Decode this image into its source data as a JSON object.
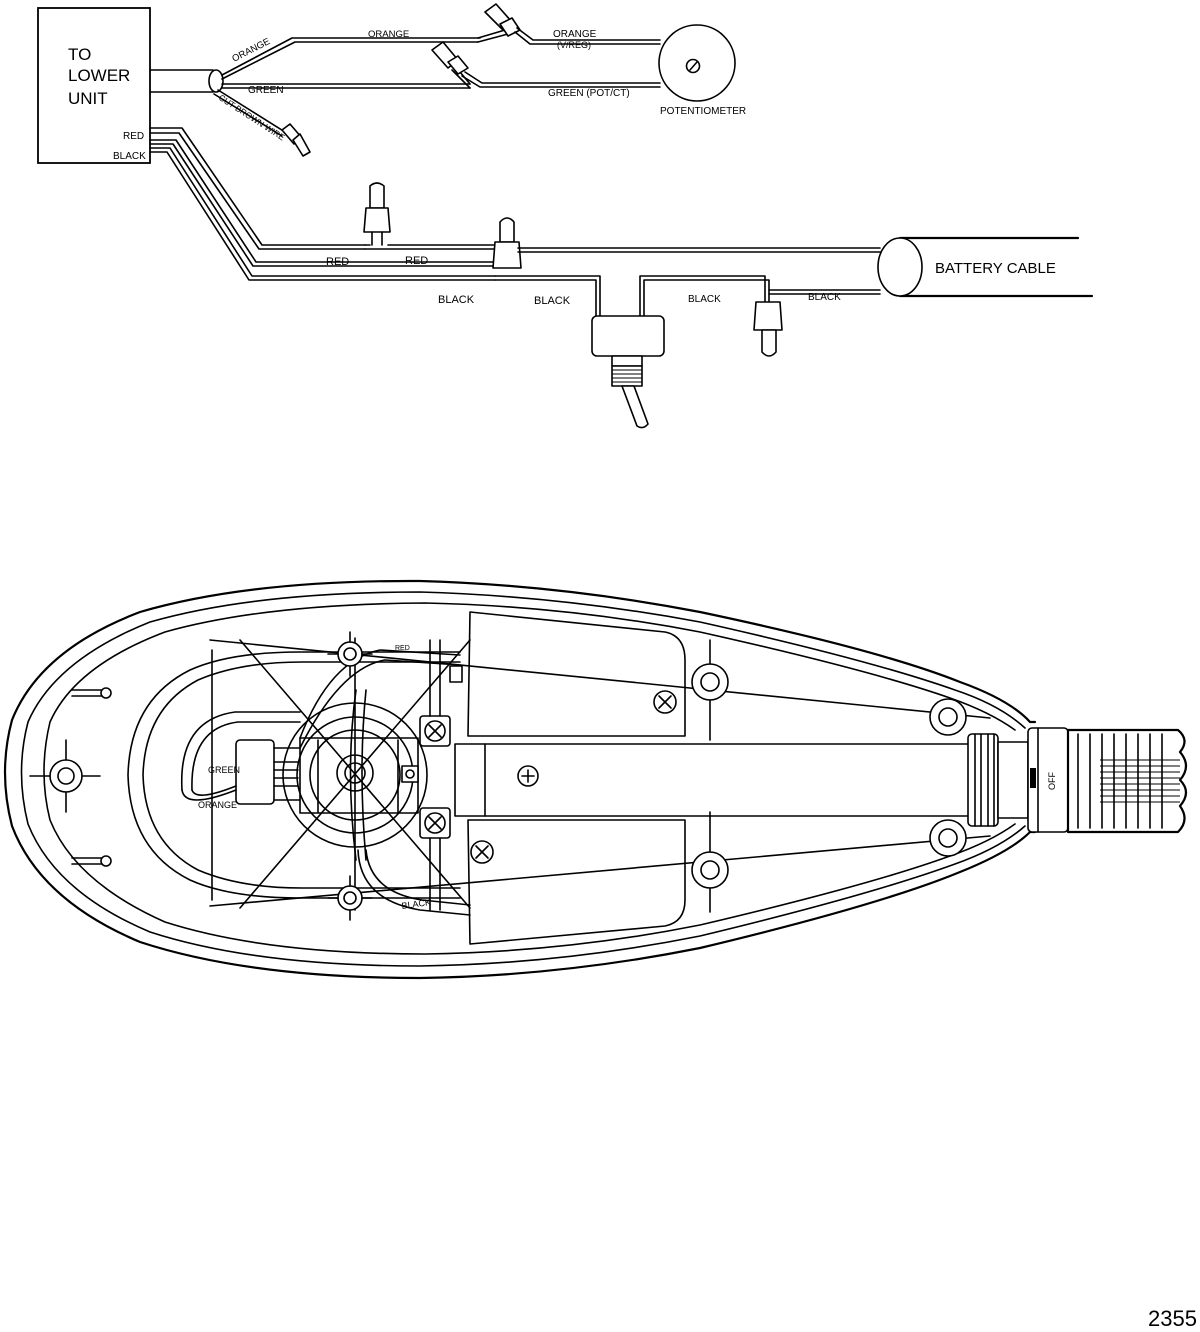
{
  "wiring": {
    "lower_unit_line1": "TO",
    "lower_unit_line2": "LOWER",
    "lower_unit_line3": "UNIT",
    "orange_lead": "ORANGE",
    "green_lead": "GREEN",
    "cut_brown_wire": "CUT BROWN WIRE",
    "orange_top": "ORANGE",
    "orange_vreg_1": "ORANGE",
    "orange_vreg_2": "(V/REG)",
    "green_pot": "GREEN (POT/CT)",
    "potentiometer": "POTENTIOMETER",
    "red_box": "RED",
    "black_box": "BLACK",
    "red_1": "RED",
    "red_2": "RED",
    "black_1": "BLACK",
    "black_2": "BLACK",
    "black_3": "BLACK",
    "black_4": "BLACK",
    "battery_cable": "BATTERY CABLE"
  },
  "head": {
    "red": "RED",
    "green": "GREEN",
    "orange": "ORANGE",
    "black": "BLACK",
    "off": "OFF"
  },
  "figure_number": "2355"
}
